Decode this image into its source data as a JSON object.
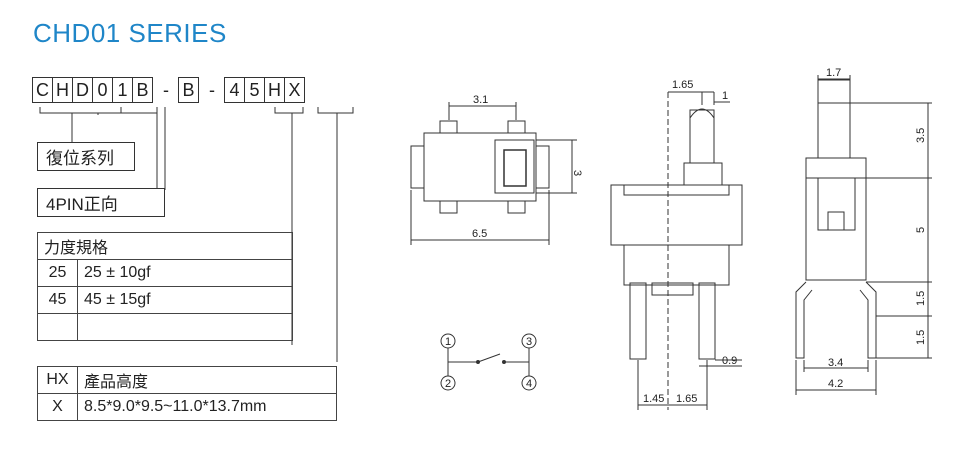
{
  "title": "CHD01  SERIES",
  "part_number": {
    "group1": [
      "C",
      "H",
      "D",
      "0",
      "1",
      "B"
    ],
    "sep1": "-",
    "group2": [
      "B"
    ],
    "sep2": "-",
    "group3": [
      "4",
      "5",
      "H",
      "X"
    ]
  },
  "labels": {
    "reset_series": "復位系列",
    "pin_orientation": "4PIN正向"
  },
  "force_table": {
    "header": "力度規格",
    "rows": [
      {
        "code": "25",
        "value": "25 ± 10gf"
      },
      {
        "code": "45",
        "value": "45 ± 15gf"
      },
      {
        "code": "",
        "value": ""
      }
    ]
  },
  "height_table": {
    "header_code": "HX",
    "header_label": "產品高度",
    "rows": [
      {
        "code": "X",
        "value": "8.5*9.0*9.5~11.0*13.7mm"
      }
    ]
  },
  "dimensions": {
    "top_view": {
      "width": "6.5",
      "pad_spacing": "3.1",
      "height": "3"
    },
    "front_view": {
      "a": "1.65",
      "b": "1",
      "c": "0.9",
      "d": "1.45",
      "e": "1.65"
    },
    "side_view": {
      "a": "1.7",
      "b": "3.5",
      "c": "5",
      "d": "1.5",
      "e": "1.5",
      "f": "3.4",
      "g": "4.2"
    }
  },
  "schematic": {
    "pins": [
      "1",
      "2",
      "3",
      "4"
    ]
  }
}
